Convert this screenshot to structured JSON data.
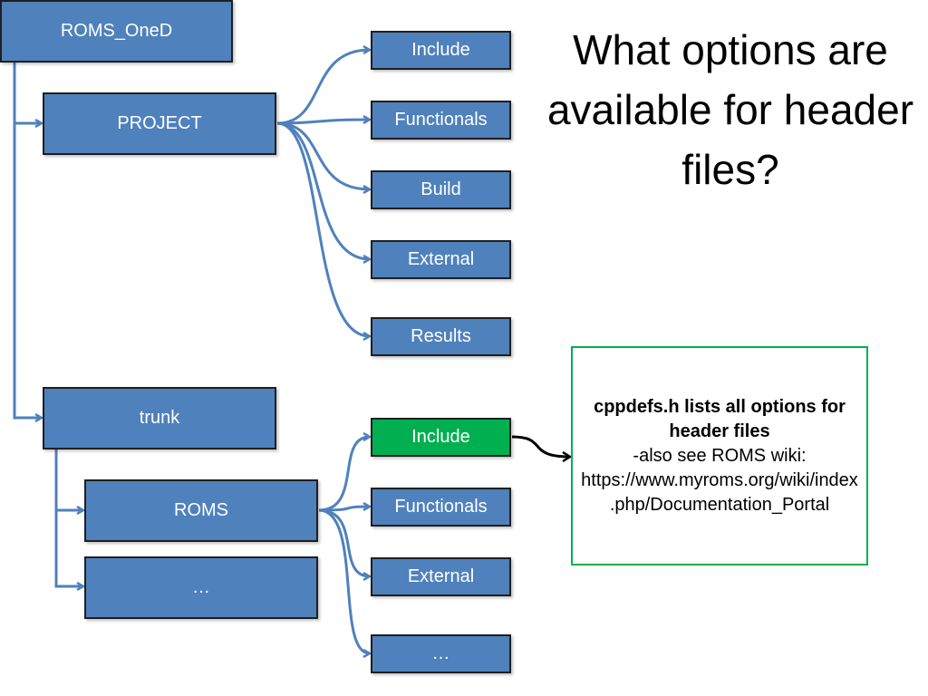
{
  "colors": {
    "node_fill": "#4f81bd",
    "highlight_fill": "#00b050",
    "connector": "#4f81bd",
    "note_border": "#00b050"
  },
  "title": "What options are available for header files?",
  "tree": {
    "root": "ROMS_OneD",
    "project": {
      "label": "PROJECT",
      "children": [
        "Include",
        "Functionals",
        "Build",
        "External",
        "Results"
      ]
    },
    "trunk": {
      "label": "trunk",
      "roms": {
        "label": "ROMS",
        "children": [
          "Include",
          "Functionals",
          "External",
          "…"
        ]
      },
      "other": "…"
    }
  },
  "note": {
    "heading": "cppdefs.h lists all options for header files",
    "body": "-also see ROMS wiki: https://www.myroms.org/wiki/index.php/Documentation_Portal"
  }
}
